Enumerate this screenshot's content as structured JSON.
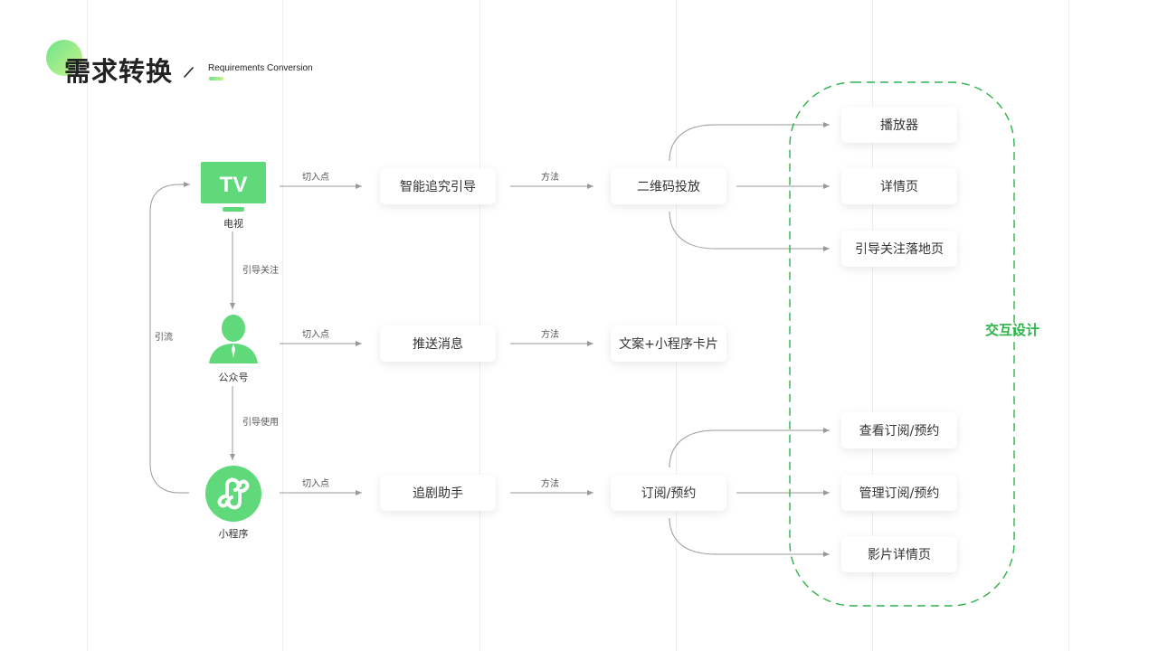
{
  "header": {
    "title": "需求转换",
    "subtitle": "Requirements Conversion"
  },
  "colors": {
    "accent": "#5fd97a",
    "accent_dark": "#2db34a",
    "line": "#999999",
    "text": "#333333"
  },
  "channels": {
    "tv": {
      "icon_text": "TV",
      "label": "电视"
    },
    "official_account": {
      "label": "公众号"
    },
    "mini_program": {
      "label": "小程序"
    }
  },
  "side_labels": {
    "guide_follow": "引导关注",
    "guide_use": "引导使用",
    "traffic": "引流"
  },
  "edge_labels": {
    "entry_1": "切入点",
    "entry_2": "切入点",
    "entry_3": "切入点",
    "method_1": "方法",
    "method_2": "方法",
    "method_3": "方法"
  },
  "entry_nodes": {
    "smart_guide": "智能追究引导",
    "push_message": "推送消息",
    "drama_assistant": "追剧助手"
  },
  "method_nodes": {
    "qr_code": "二维码投放",
    "copy_card": "文案+小程序卡片",
    "subscribe": "订阅/预约"
  },
  "result_nodes": {
    "player": "播放器",
    "detail": "详情页",
    "follow_landing": "引导关注落地页",
    "view_subscription": "查看订阅/预约",
    "manage_subscription": "管理订阅/预约",
    "film_detail": "影片详情页"
  },
  "group_label": "交互设计"
}
